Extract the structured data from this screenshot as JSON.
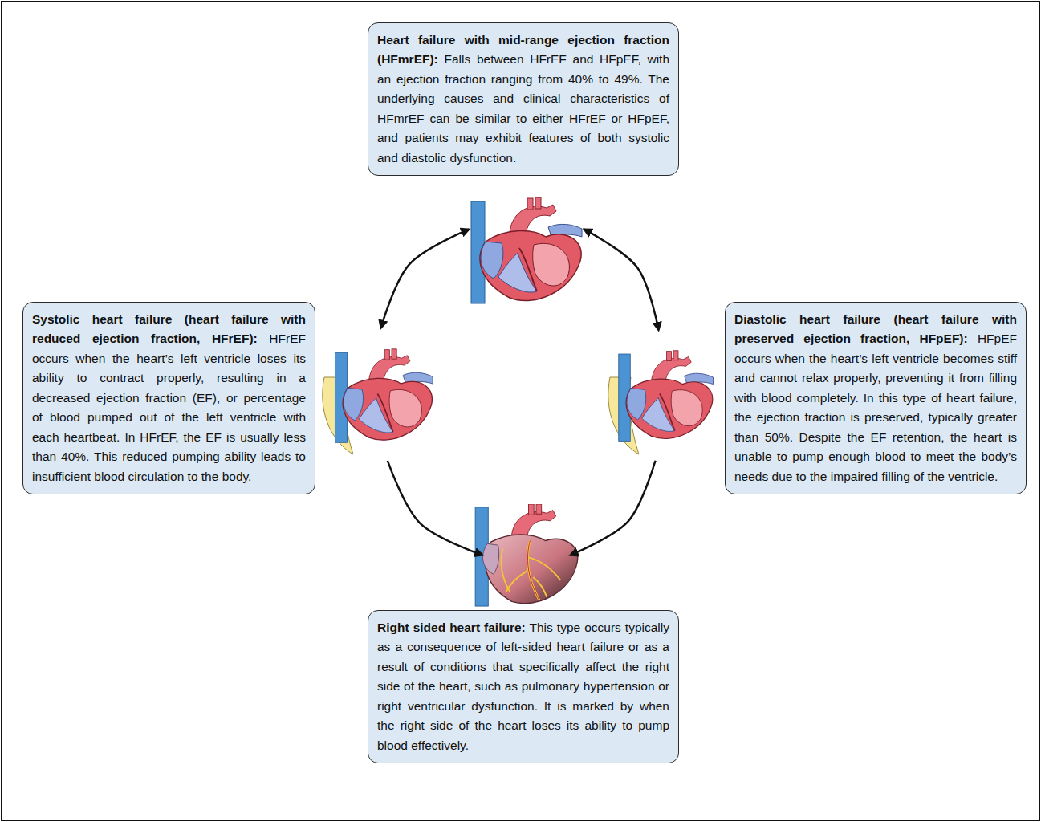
{
  "diagram": {
    "nodes": [
      {
        "text": [
          "Heart failure with mid-range ejection fraction (HFmrEF):",
          "Falls between HFrEF and HFpEF, with an ejection fraction ranging from 40% to 49%. The underlying causes and clinical characteristics of HFmrEF can be similar to either HFrEF or HFpEF, and patients may exhibit features of both systolic and diastolic dysfunction."
        ]
      },
      {
        "text": [
          "Systolic heart failure (heart failure with reduced ejection fraction, HFrEF):",
          "HFrEF occurs when the heart’s left ventricle loses its ability to contract properly, resulting in a decreased ejection fraction (EF), or percentage of blood pumped out of the left ventricle with each heartbeat. In HFrEF, the EF is usually less than 40%. This reduced pumping ability leads to insufficient blood circulation to the body."
        ]
      },
      {
        "text": [
          "Diastolic heart failure (heart failure with preserved ejection fraction, HFpEF):",
          "HFpEF occurs when the heart’s left ventricle becomes stiff and cannot relax properly, preventing it from filling with blood completely. In this type of heart failure, the ejection fraction is preserved, typically greater than 50%. Despite the EF retention, the heart is unable to pump enough blood to meet the body’s needs due to the impaired filling of the ventricle."
        ]
      },
      {
        "text": [
          "Right sided heart failure:",
          "This type occurs typically as a consequence of left-sided heart failure or as a result of conditions that specifically affect the right side of the heart, such as pulmonary hypertension or right ventricular dysfunction. It is marked by when the right side of the heart loses its ability to pump blood effectively."
        ]
      }
    ],
    "edges": [
      {
        "from": 0,
        "to": 1,
        "arrow": "both"
      },
      {
        "from": 0,
        "to": 2,
        "arrow": "both"
      },
      {
        "from": 1,
        "to": 3,
        "arrow": "to"
      },
      {
        "from": 2,
        "to": 3,
        "arrow": "to"
      }
    ]
  }
}
